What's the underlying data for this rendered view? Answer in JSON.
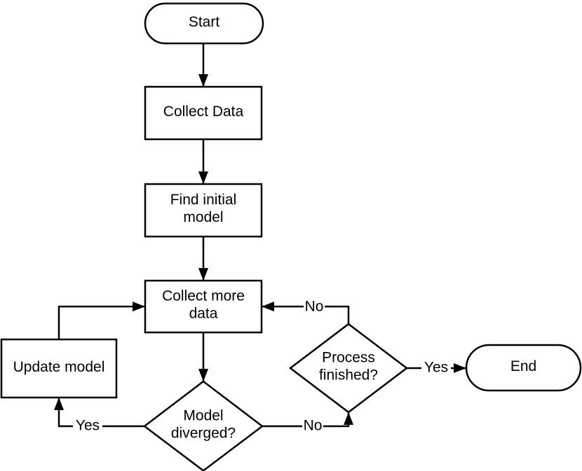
{
  "diagram": {
    "type": "flowchart",
    "background_color": "#ffffff",
    "shape_fill_color": "#ffffff",
    "stroke_color": "#000000",
    "text_color": "#000000",
    "nodes": {
      "start": {
        "shape": "terminator",
        "label": "Start"
      },
      "collect_data": {
        "shape": "process",
        "label": "Collect Data"
      },
      "find_initial_model": {
        "shape": "process",
        "label": "Find initial model",
        "lines": [
          "Find initial",
          "model"
        ]
      },
      "collect_more_data": {
        "shape": "process",
        "label": "Collect more data",
        "lines": [
          "Collect more",
          "data"
        ]
      },
      "update_model": {
        "shape": "process",
        "label": "Update model"
      },
      "model_diverged": {
        "shape": "decision",
        "label": "Model diverged?",
        "lines": [
          "Model",
          "diverged?"
        ]
      },
      "process_finished": {
        "shape": "decision",
        "label": "Process finished?",
        "lines": [
          "Process",
          "finished?"
        ]
      },
      "end": {
        "shape": "terminator",
        "label": "End"
      }
    },
    "edges": [
      {
        "from": "start",
        "to": "collect_data",
        "label": ""
      },
      {
        "from": "collect_data",
        "to": "find_initial_model",
        "label": ""
      },
      {
        "from": "find_initial_model",
        "to": "collect_more_data",
        "label": ""
      },
      {
        "from": "collect_more_data",
        "to": "model_diverged",
        "label": ""
      },
      {
        "from": "model_diverged",
        "to": "update_model",
        "label": "Yes"
      },
      {
        "from": "update_model",
        "to": "collect_more_data",
        "label": ""
      },
      {
        "from": "model_diverged",
        "to": "process_finished",
        "label": "No"
      },
      {
        "from": "process_finished",
        "to": "collect_more_data",
        "label": "No"
      },
      {
        "from": "process_finished",
        "to": "end",
        "label": "Yes"
      }
    ]
  }
}
